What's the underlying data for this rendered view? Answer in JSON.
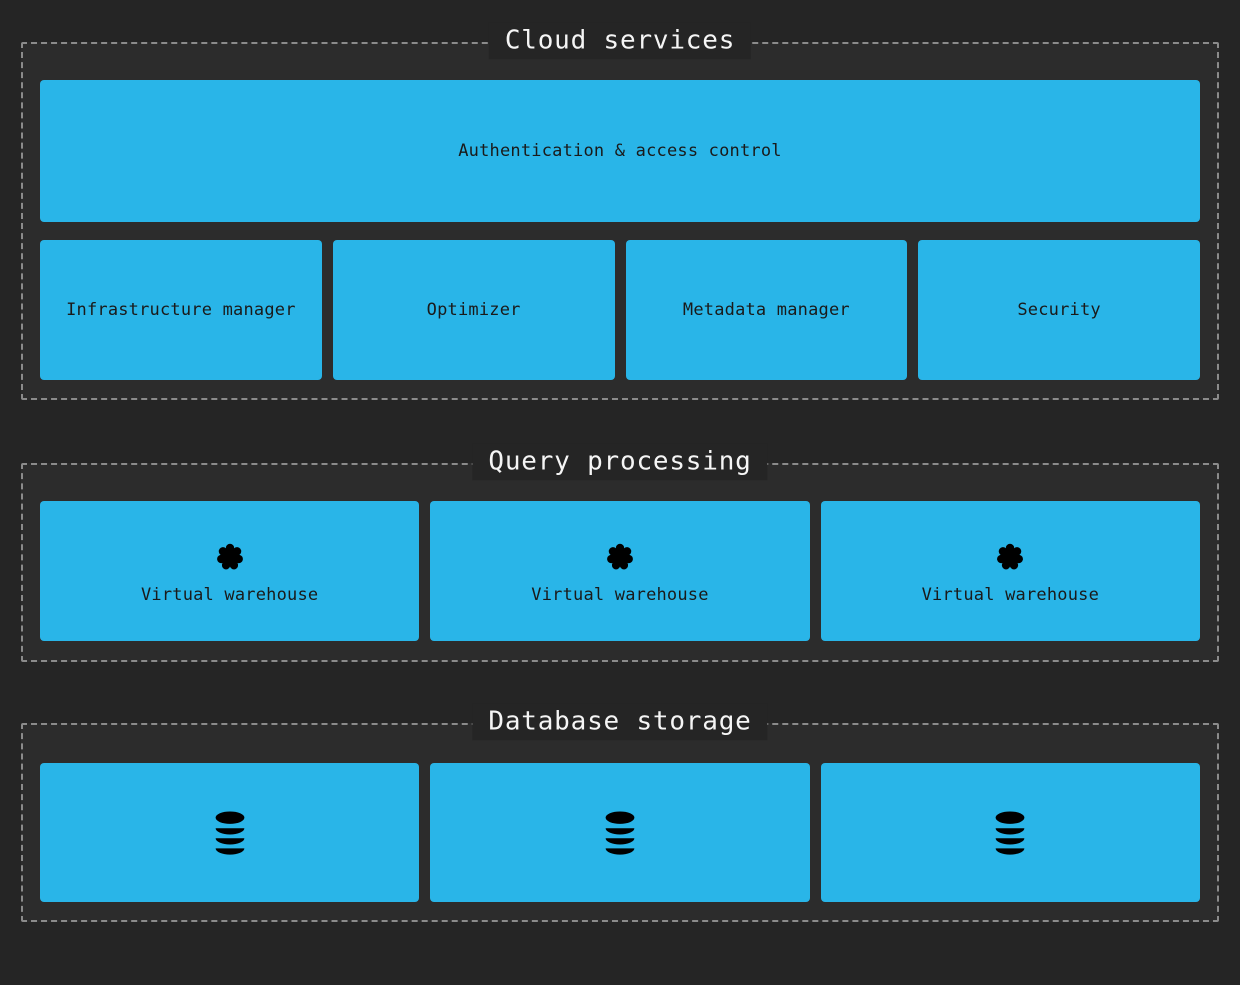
{
  "theme": {
    "page_bg": "#252525",
    "section_bg": "#2c2c2c",
    "border_color": "#8b8b8b",
    "box_color": "#29b5e8",
    "box_text_color": "#1a1a1a",
    "title_color": "#f5f5f5"
  },
  "sections": [
    {
      "title": "Cloud services",
      "wide_box": {
        "label": "Authentication & access control"
      },
      "boxes": [
        {
          "label": "Infrastructure manager"
        },
        {
          "label": "Optimizer"
        },
        {
          "label": "Metadata manager"
        },
        {
          "label": "Security"
        }
      ]
    },
    {
      "title": "Query processing",
      "boxes": [
        {
          "icon": "gear-icon",
          "label": "Virtual warehouse"
        },
        {
          "icon": "gear-icon",
          "label": "Virtual warehouse"
        },
        {
          "icon": "gear-icon",
          "label": "Virtual warehouse"
        }
      ]
    },
    {
      "title": "Database storage",
      "boxes": [
        {
          "icon": "database-icon"
        },
        {
          "icon": "database-icon"
        },
        {
          "icon": "database-icon"
        }
      ]
    }
  ]
}
